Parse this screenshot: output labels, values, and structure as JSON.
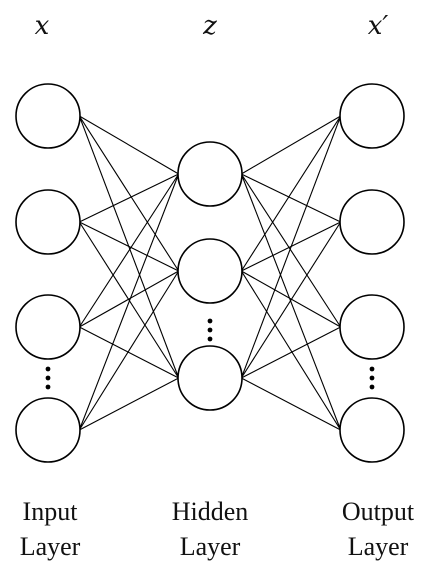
{
  "variables": {
    "input": "x",
    "hidden": "z",
    "output": "x′"
  },
  "layers": {
    "input": {
      "line1": "Input",
      "line2": "Layer",
      "visible_nodes": 4,
      "has_ellipsis": true
    },
    "hidden": {
      "line1": "Hidden",
      "line2": "Layer",
      "visible_nodes": 3,
      "has_ellipsis": true
    },
    "output": {
      "line1": "Output",
      "line2": "Layer",
      "visible_nodes": 4,
      "has_ellipsis": true
    }
  },
  "connectivity": "fully-connected",
  "colors": {
    "stroke": "#000000",
    "node_fill": "#ffffff",
    "background": "#ffffff"
  }
}
